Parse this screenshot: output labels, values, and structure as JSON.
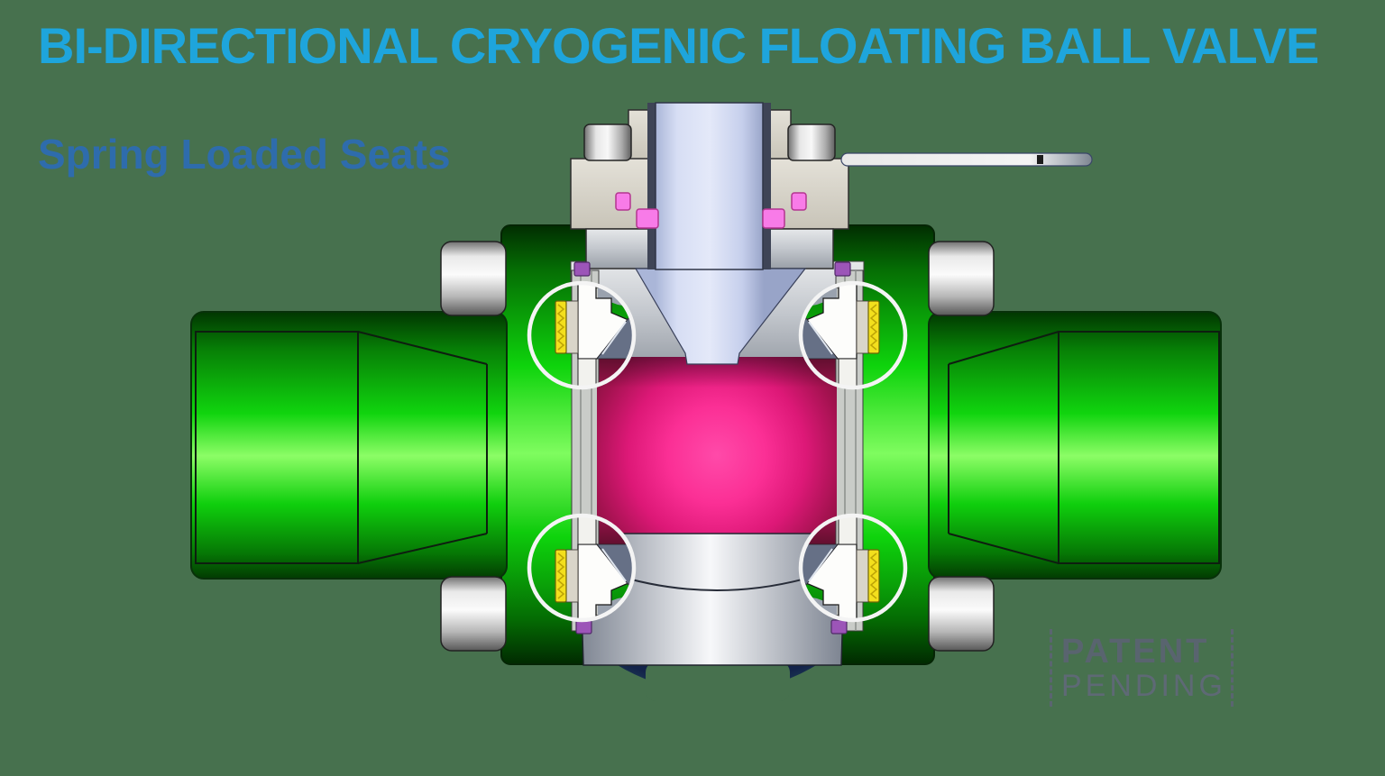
{
  "page": {
    "background_color": "#47714E"
  },
  "header": {
    "title": "BI-DIRECTIONAL CRYOGENIC FLOATING BALL VALVE",
    "title_color": "#1EA5DC",
    "subtitle": "Spring Loaded Seats",
    "subtitle_color": "#2E6CAC"
  },
  "watermark": {
    "line1": "PATENT",
    "line2": "PENDING",
    "color": "#59646F"
  },
  "diagram": {
    "type": "cad-cross-section",
    "subject": "bi-directional cryogenic floating ball valve with four highlighted spring loaded seats",
    "highlight_circle_count": 4,
    "colors": {
      "valve_body_green": "#0ED30C",
      "ball_magenta": "#DD1877",
      "stem_lavender": "#D7DEF4",
      "bonnet_beige": "#DCD8CE",
      "packing_pink": "#F87BE8",
      "seal_purple": "#9C55B8",
      "spring_yellow": "#F3DF1D",
      "flange_backdrop_navy": "#151F4B",
      "seat_white": "#FDFDFB",
      "highlight_circle_white": "#F4F4F4",
      "metal_gray": "#C9C9C9"
    }
  }
}
